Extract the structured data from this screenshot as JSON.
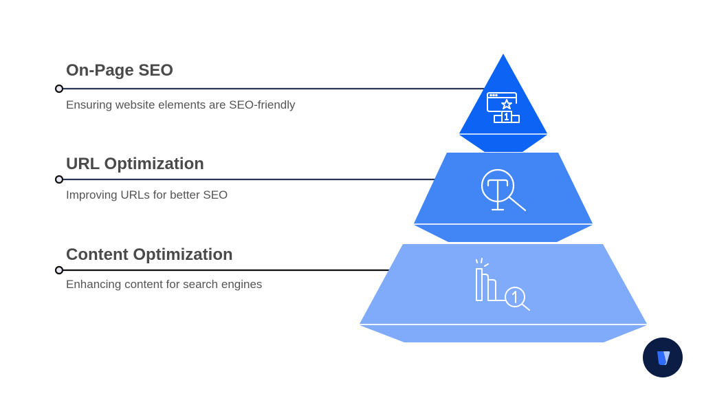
{
  "tiers": [
    {
      "title": "On-Page SEO",
      "description": "Ensuring website elements are SEO-friendly",
      "icon": "website-award-podium-icon",
      "color": "#0d63f3"
    },
    {
      "title": "URL Optimization",
      "description": "Improving URLs for better SEO",
      "icon": "text-search-icon",
      "color": "#4285f4"
    },
    {
      "title": "Content Optimization",
      "description": "Enhancing content for search engines",
      "icon": "ranking-chart-search-icon",
      "color": "#80abfa"
    }
  ],
  "colors": {
    "line": "#1f2a44",
    "title": "#4a4a4a",
    "desc": "#555555",
    "logo_bg": "#0b1d45"
  },
  "logo": {
    "icon": "brand-logo-icon"
  }
}
